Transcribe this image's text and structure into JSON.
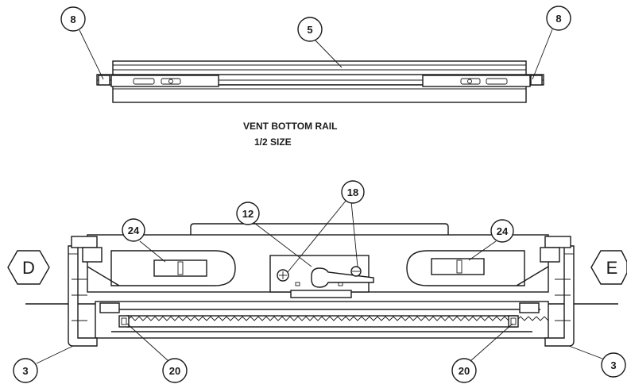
{
  "caption": {
    "line1": "VENT BOTTOM RAIL",
    "line2": "1/2 SIZE"
  },
  "section_marks": {
    "left": "D",
    "right": "E"
  },
  "callouts": {
    "top_left_8": "8",
    "top_5": "5",
    "top_right_8": "8",
    "c18": "18",
    "c12": "12",
    "left_24": "24",
    "right_24": "24",
    "left_3": "3",
    "left_20": "20",
    "right_20": "20",
    "right_3": "3"
  }
}
